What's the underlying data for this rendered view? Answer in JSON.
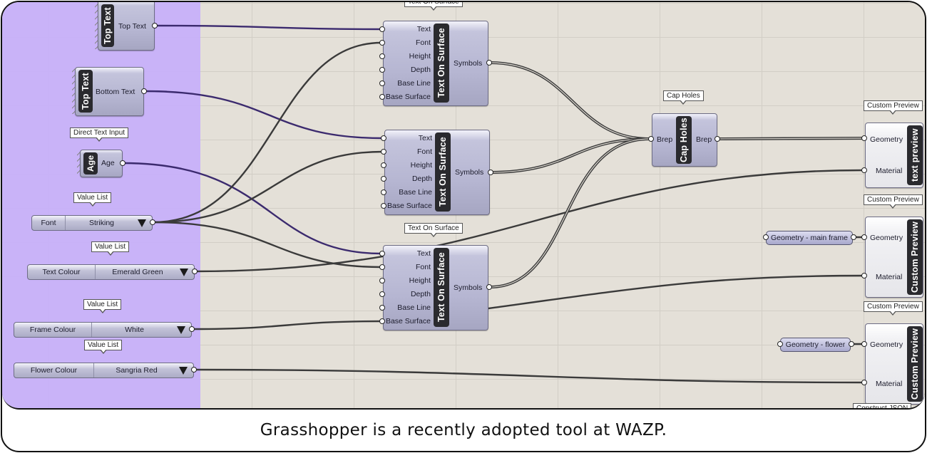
{
  "caption": "Grasshopper is a recently adopted tool at WAZP.",
  "colors": {
    "canvas": "#e4e0d8",
    "group": "#c7b0fa",
    "wire": "#3a3a3a",
    "selected_wire": "#3b2a6e",
    "component": "#b6b6d2"
  },
  "params": {
    "top_text": {
      "nick": "Top Text",
      "label": "Top Text"
    },
    "bottom_text": {
      "nick": "Top Text",
      "label": "Bottom Text"
    },
    "age": {
      "tooltip": "Direct Text Input",
      "nick": "Age",
      "label": "Age"
    }
  },
  "value_lists": [
    {
      "tooltip": "Value List",
      "name": "Font",
      "value": "Striking"
    },
    {
      "tooltip": "Value List",
      "name": "Text Colour",
      "value": "Emerald Green"
    },
    {
      "tooltip": "Value List",
      "name": "Frame Colour",
      "value": "White"
    },
    {
      "tooltip": "Value List",
      "name": "Flower Colour",
      "value": "Sangria Red"
    }
  ],
  "text_on_surface": {
    "tooltip": "Text On Surface",
    "nick": "Text On Surface",
    "inputs": [
      "Text",
      "Font",
      "Height",
      "Depth",
      "Base Line",
      "Base Surface"
    ],
    "output": "Symbols"
  },
  "cap_holes": {
    "tooltip": "Cap Holes",
    "nick": "Cap Holes",
    "input": "Brep",
    "output": "Brep"
  },
  "previews": [
    {
      "tooltip": "Custom Preview",
      "nick": "text preview",
      "inputs": [
        "Geometry",
        "Material"
      ]
    },
    {
      "tooltip": "Custom Preview",
      "nick": "Custom Preview",
      "inputs": [
        "Geometry",
        "Material"
      ]
    },
    {
      "tooltip": "Custom Preview",
      "nick": "Custom Preview",
      "inputs": [
        "Geometry",
        "Material"
      ]
    }
  ],
  "geometry_params": [
    "Geometry - main frame",
    "Geometry - flower"
  ],
  "partial_tooltip": "Construct JSON"
}
